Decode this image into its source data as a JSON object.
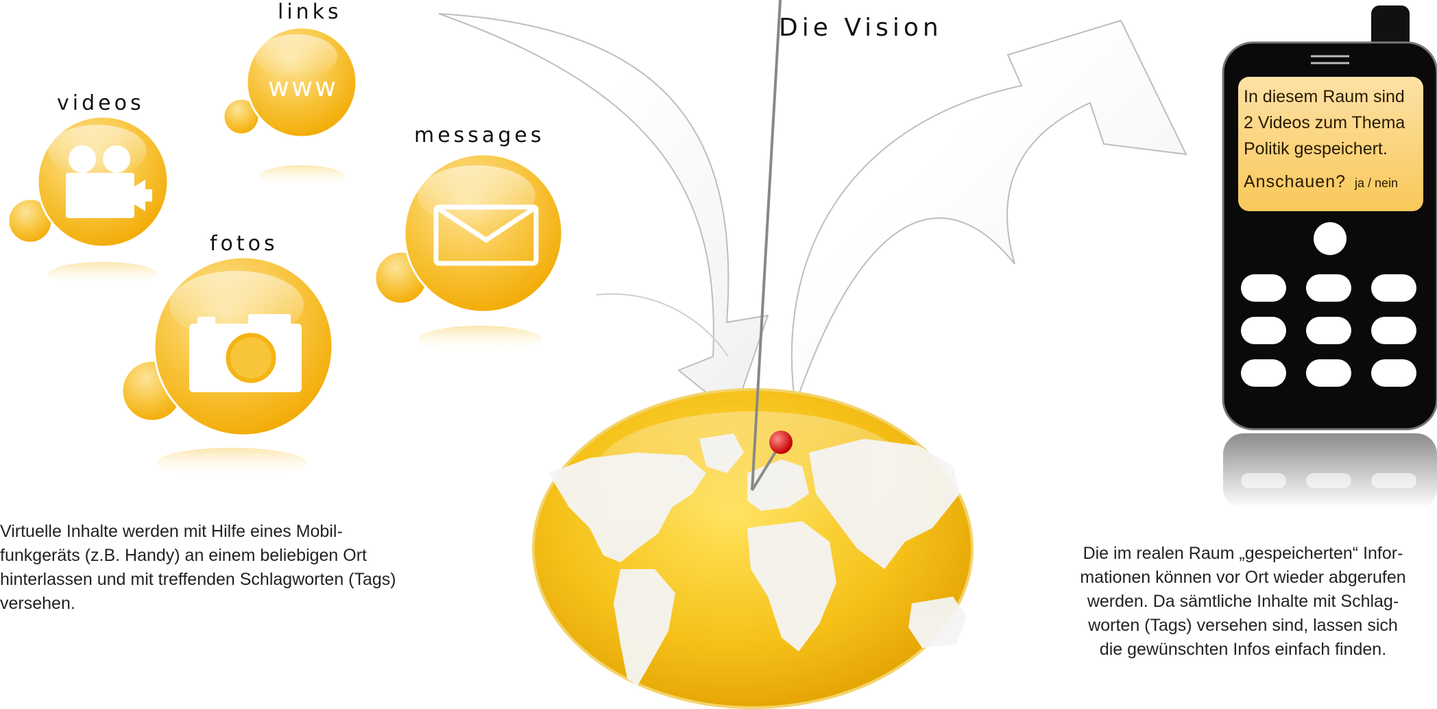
{
  "title": "Die Vision",
  "categories": {
    "links": "links",
    "videos": "videos",
    "messages": "messages",
    "fotos": "fotos"
  },
  "icons": {
    "links": "www",
    "videos": "video-camera-icon",
    "messages": "envelope-icon",
    "fotos": "camera-icon"
  },
  "phone": {
    "line1": "In diesem Raum sind",
    "line2": "2 Videos zum Thema",
    "line3": "Politik gespeichert.",
    "question": "Anschauen?",
    "choices": "ja / nein"
  },
  "captions": {
    "left": "Virtuelle Inhalte werden mit Hilfe eines Mobil-funkgeräts (z.B. Handy) an einem beliebigen Ort hinterlassen und mit treffenden Schlagworten (Tags) versehen.",
    "right_line1": "Die im realen Raum „gespeicherten“ Infor-",
    "right_line2": "mationen können vor Ort wieder abgerufen",
    "right_line3": "werden. Da sämtliche Inhalte mit Schlag-",
    "right_line4": "worten (Tags) versehen sind, lassen sich",
    "right_line5": "die gewünschten Infos einfach finden."
  },
  "colors": {
    "bubble_light": "#fcd36a",
    "bubble_dark": "#f2a900",
    "phone_body": "#0a0a0a",
    "screen": "#fcd27a",
    "pin": "#e32222"
  }
}
